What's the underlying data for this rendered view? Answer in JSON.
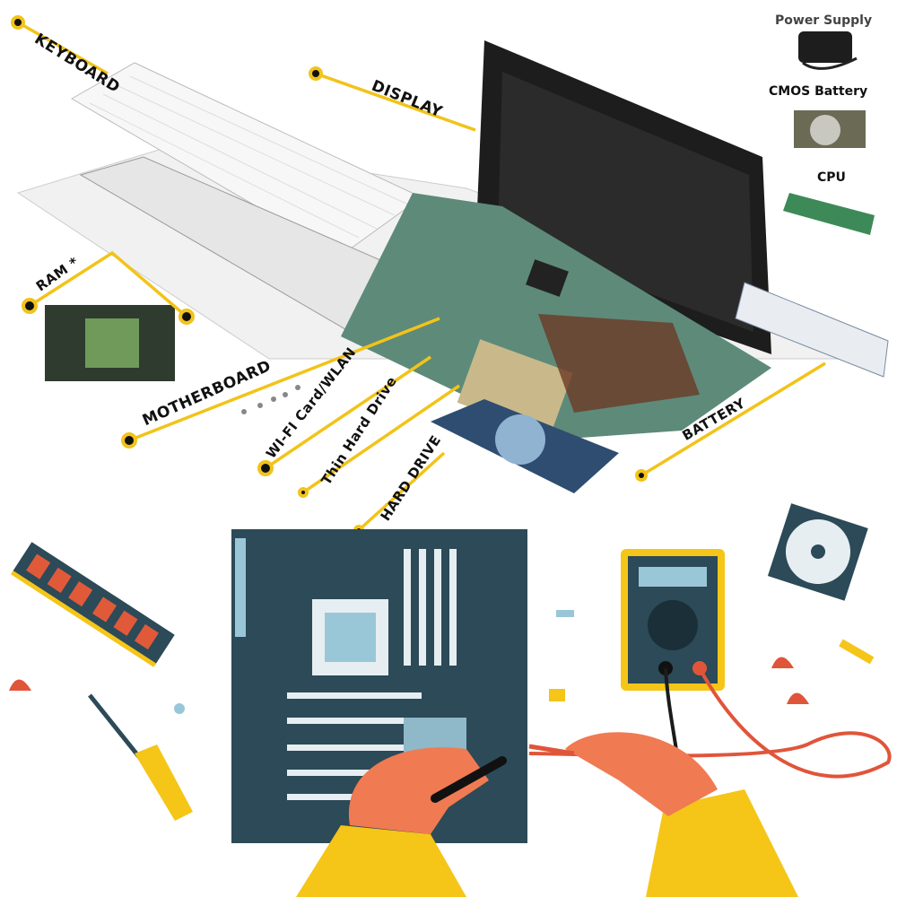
{
  "labels": {
    "keyboard": "KEYBOARD",
    "display": "DISPLAY",
    "ram": "RAM *",
    "motherboard": "MOTHERBOARD",
    "wifi": "WI-FI Card/WLAN",
    "thin_hard_drive": "Thin Hard Drive",
    "hard_drive": "HARD DRIVE",
    "battery": "BATTERY"
  },
  "side_parts": {
    "power_supply": "Power Supply",
    "cmos_battery": "CMOS Battery",
    "cpu": "CPU"
  },
  "colors": {
    "callout": "#f2c319",
    "board": "#2c4a57",
    "sleeve": "#f5c518",
    "skin": "#f07a52",
    "probe_wire": "#e0553a"
  }
}
